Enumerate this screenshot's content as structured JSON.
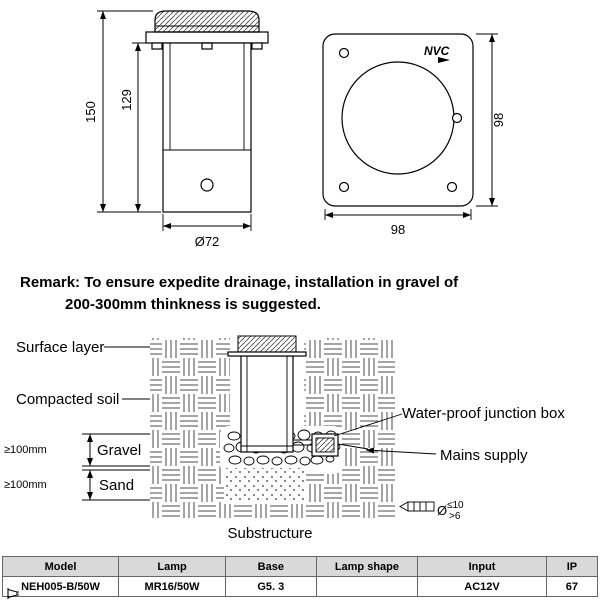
{
  "side_view": {
    "dim_total_height": "150",
    "dim_inner_height": "129",
    "dim_diameter": "Ø72"
  },
  "front_view": {
    "logo": "NVC",
    "dim_height": "98",
    "dim_width": "98"
  },
  "remark": {
    "line1": "Remark: To ensure expedite drainage, installation in gravel of",
    "line2": "200-300mm thinkness is suggested."
  },
  "installation": {
    "surface_layer": "Surface layer",
    "compacted_soil": "Compacted soil",
    "gravel_min": "≥100mm",
    "gravel": "Gravel",
    "sand_min": "≥100mm",
    "sand": "Sand",
    "junction_box": "Water-proof junction box",
    "mains_supply": "Mains supply",
    "substructure": "Substructure",
    "cable_dia_symbol": "Ø",
    "cable_max": "≤10",
    "cable_min": ">6"
  },
  "table": {
    "headers": [
      "Model",
      "Lamp",
      "Base",
      "Lamp shape",
      "Input",
      "IP"
    ],
    "row": {
      "model": "NEH005-B/50W",
      "lamp": "MR16/50W",
      "base": "G5. 3",
      "input": "AC12V",
      "ip": "67"
    }
  }
}
